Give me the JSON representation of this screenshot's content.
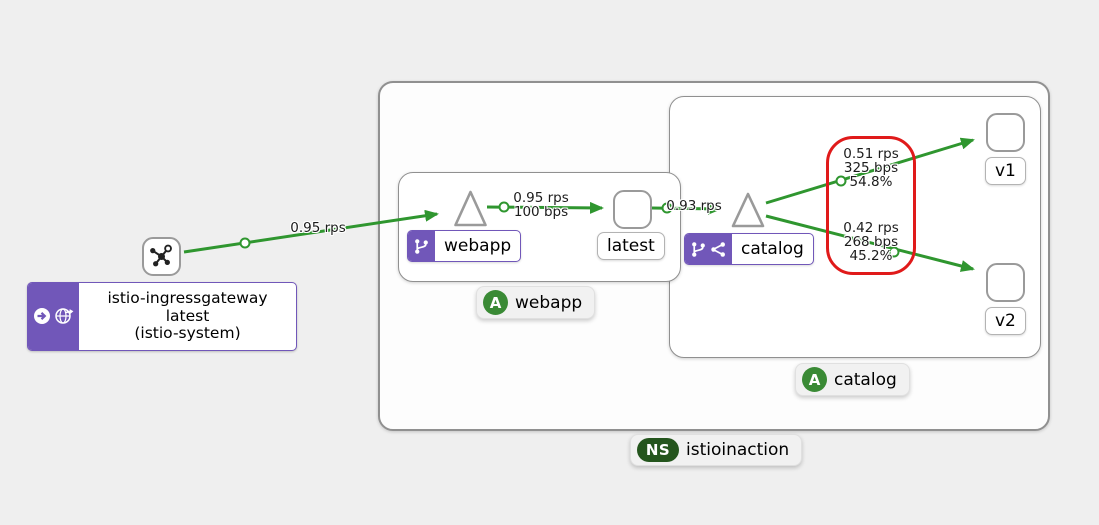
{
  "colors": {
    "bg": "#efefef",
    "purple": "#7157b9",
    "edge_green": "#2f962f",
    "app_green": "#3a8a35",
    "ns_green": "#24551d",
    "red": "#e01a1a"
  },
  "graph": {
    "namespace_chip": {
      "badge": "NS",
      "label": "istioinaction"
    },
    "app_chips": {
      "webapp": {
        "badge": "A",
        "label": "webapp"
      },
      "catalog": {
        "badge": "A",
        "label": "catalog"
      }
    },
    "nodes": {
      "gateway": {
        "line1": "istio-ingressgateway",
        "line2": "latest",
        "line3": "(istio-system)"
      },
      "webapp_service": {
        "label": "webapp"
      },
      "webapp_workload": {
        "label": "latest"
      },
      "catalog_service": {
        "label": "catalog"
      },
      "catalog_v1": {
        "label": "v1"
      },
      "catalog_v2": {
        "label": "v2"
      }
    },
    "edges": {
      "gateway_to_webapp": {
        "rate": "0.95 rps"
      },
      "webapp_to_latest": {
        "rate": "0.95 rps",
        "throughput": "100 bps"
      },
      "latest_to_catalog": {
        "rate": "0.93 rps"
      },
      "catalog_to_v1": {
        "rate": "0.51 rps",
        "throughput": "325 bps",
        "percent": "54.8%"
      },
      "catalog_to_v2": {
        "rate": "0.42 rps",
        "throughput": "268 bps",
        "percent": "45.2%"
      }
    }
  }
}
